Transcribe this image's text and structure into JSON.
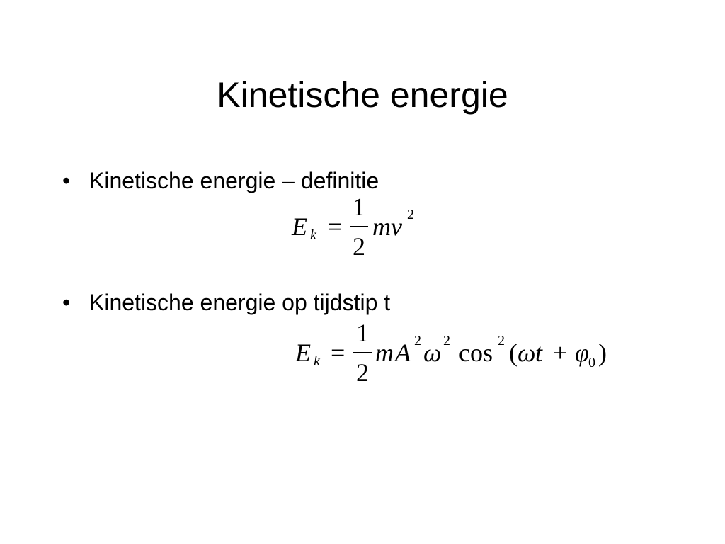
{
  "slide": {
    "title": "Kinetische energie",
    "bullets": [
      {
        "marker": "•",
        "text": "Kinetische energie – definitie"
      },
      {
        "marker": "•",
        "text": "Kinetische energie op tijdstip t"
      }
    ],
    "formula1": {
      "E": "E",
      "k": "k",
      "eq": "=",
      "num": "1",
      "den": "2",
      "mv": "mv",
      "exp": "2"
    },
    "formula2": {
      "E": "E",
      "k": "k",
      "eq": "=",
      "num": "1",
      "den": "2",
      "m": "m",
      "A": "A",
      "exp_A": "2",
      "omega": "ω",
      "exp_omega": "2",
      "cos": "cos",
      "exp_cos": "2",
      "lparen": "(",
      "omega2": "ω",
      "t": "t",
      "plus": "+",
      "phi": "φ",
      "sub0": "0",
      "rparen": ")"
    }
  }
}
